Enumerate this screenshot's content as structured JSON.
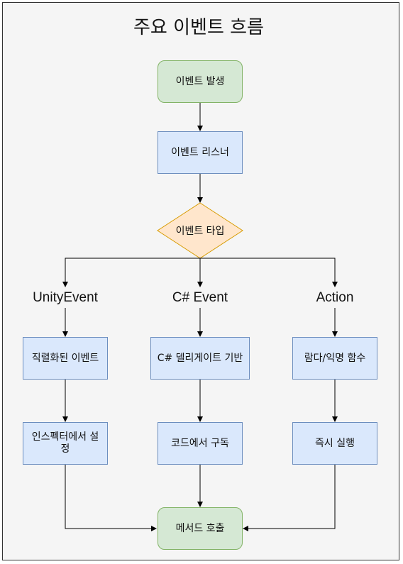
{
  "title": "주요 이벤트 흐름",
  "nodes": {
    "start": "이벤트 발생",
    "listener": "이벤트 리스너",
    "type": "이벤트 타입",
    "serialized": "직렬화된 이벤트",
    "inspector": "인스펙터에서 설정",
    "delegate": "C# 델리게이트 기반",
    "subscribe": "코드에서 구독",
    "lambda": "람다/익명 함수",
    "immediate": "즉시 실행",
    "call": "메서드 호출"
  },
  "branches": {
    "unity": "UnityEvent",
    "csharp": "C# Event",
    "action": "Action"
  },
  "colors": {
    "rect_fill": "#dae8fc",
    "rect_stroke": "#6c8ebf",
    "round_fill": "#d5e8d4",
    "round_stroke": "#82b366",
    "diamond_fill": "#ffe6cc",
    "diamond_stroke": "#d79b00"
  }
}
